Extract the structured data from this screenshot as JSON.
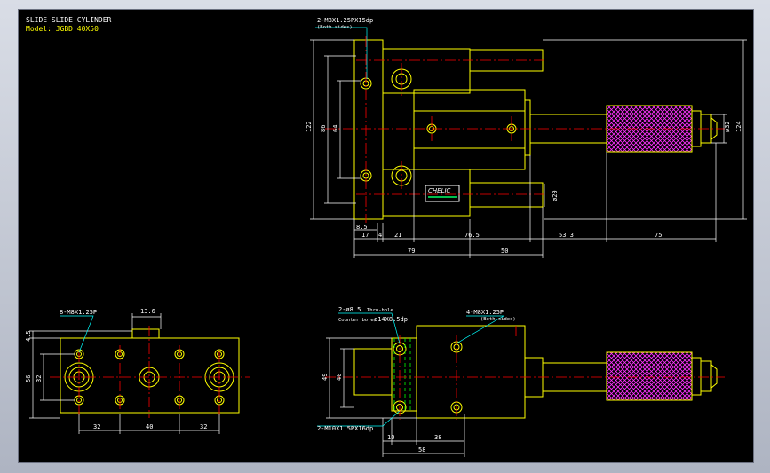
{
  "title_block": {
    "title": "SLIDE SLIDE CYLINDER",
    "model": "Model: JGBD 40X50"
  },
  "colors": {
    "background": "#000000",
    "outline": "#ffff00",
    "dimension": "#ffffff",
    "center_line": "#ff0000",
    "hidden_line": "#00ff00",
    "hatch": "#ff00ff",
    "leader": "#00ffff"
  },
  "brand": "CHELIC",
  "top_view": {
    "note_main": "2-M8X1.25PX15dp",
    "note_sub": "(Both sides)",
    "dims": {
      "d122": "122",
      "d86": "86",
      "d64": "64",
      "d124": "124",
      "d32": "ø32",
      "d20": "ø20",
      "d85": "8.5",
      "d17": "17",
      "d4": "4",
      "d21": "21",
      "d765": "76.5",
      "d533": "53.3",
      "d75": "75",
      "d79": "79",
      "d50": "50"
    }
  },
  "end_view": {
    "note": "8-M8X1.25P",
    "dims": {
      "d136": "13.6",
      "d45": "4.5",
      "d56": "56",
      "d32v": "32",
      "d32a": "32",
      "d40": "40",
      "d32b": "32"
    }
  },
  "side_view": {
    "note_thru": "2-ø8.5",
    "note_thru_sub": "Thru-hole",
    "note_counter": "Counter bore",
    "note_counter_dim": "ø14X8.5dp",
    "note_m8": "4-M8X1.25P",
    "note_m8_sub": "(Both sides)",
    "note_m10": "2-M10X1.5PX16dp",
    "dims": {
      "d49": "49",
      "d40": "40",
      "d10": "10",
      "d38": "38",
      "d58": "58"
    }
  }
}
